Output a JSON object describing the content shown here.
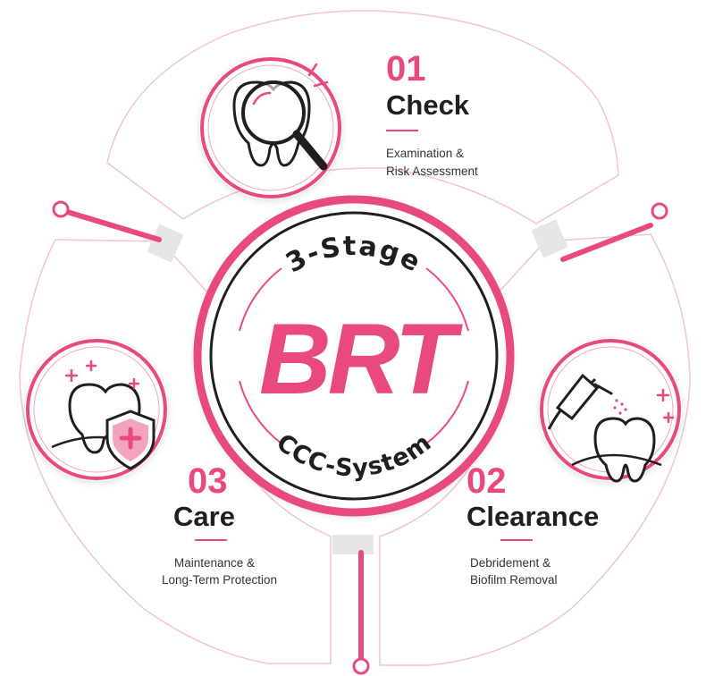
{
  "colors": {
    "accent": "#e8497f",
    "accent_light": "#f2a3bf",
    "outline": "#f0c4d3",
    "dark": "#1f1f1f",
    "background": "#ffffff"
  },
  "center": {
    "top_text": "3-Stage",
    "main_text": "BRT",
    "bottom_text": "CCC-System"
  },
  "stages": [
    {
      "number": "01",
      "title": "Check",
      "desc_line1": "Examination &",
      "desc_line2": "Risk Assessment",
      "icon": "tooth-magnifier-icon"
    },
    {
      "number": "02",
      "title": "Clearance",
      "desc_line1": "Debridement &",
      "desc_line2": "Biofilm Removal",
      "icon": "tooth-scaler-icon"
    },
    {
      "number": "03",
      "title": "Care",
      "desc_line1": "Maintenance &",
      "desc_line2": "Long-Term Protection",
      "icon": "tooth-shield-icon"
    }
  ]
}
